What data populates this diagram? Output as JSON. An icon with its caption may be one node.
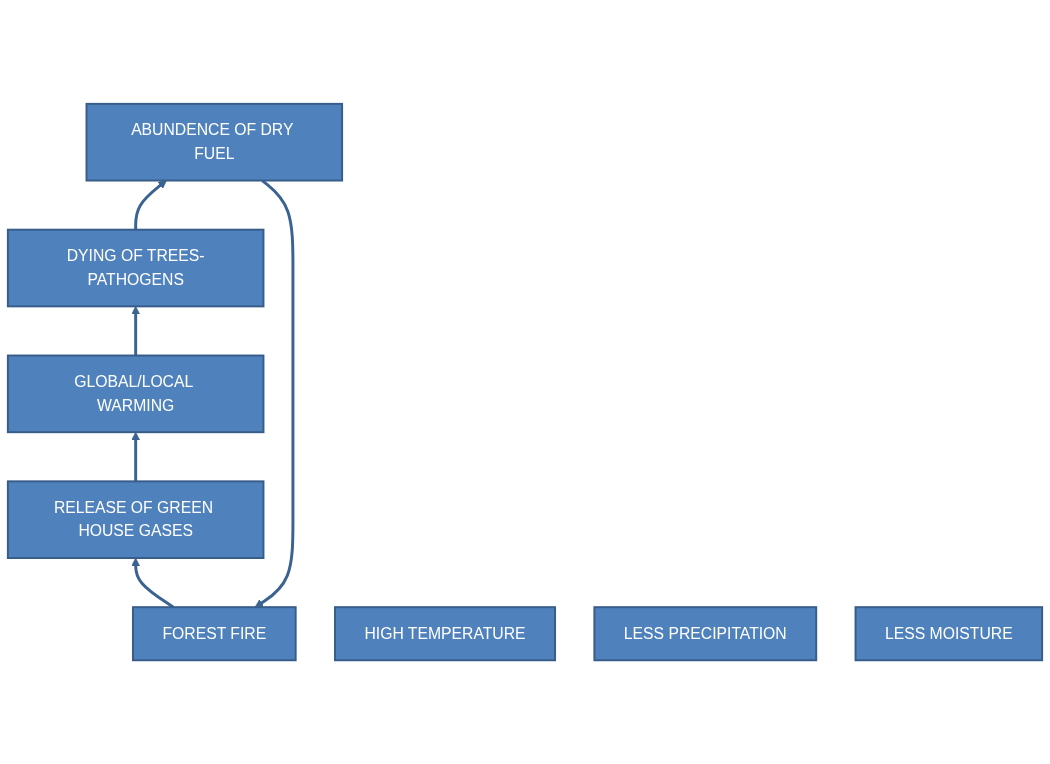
{
  "diagram": {
    "nodes": [
      {
        "text": [
          "FOREST FIRE"
        ]
      },
      {
        "text": [
          "ABUNDENCE OF DRY FUEL"
        ]
      },
      {
        "text": [
          "HIGH TEMPERATURE"
        ]
      },
      {
        "text": [
          "DYING OF TREES-PATHOGENS"
        ]
      },
      {
        "text": [
          "LESS PRECIPITATION"
        ]
      },
      {
        "text": [
          "LESS MOISTURE"
        ]
      },
      {
        "text": [
          "GLOBAL/LOCAL WARMING"
        ]
      },
      {
        "text": [
          "RELEASE OF GREEN HOUSE GASES"
        ]
      }
    ],
    "edges": [
      {
        "from": 7,
        "to": 6,
        "arrow": "to"
      },
      {
        "from": 6,
        "to": 3,
        "arrow": "to"
      },
      {
        "from": 3,
        "to": 1,
        "arrow": "to"
      },
      {
        "from": 1,
        "to": 0,
        "arrow": "to"
      },
      {
        "from": 0,
        "to": 7,
        "arrow": "to"
      }
    ]
  }
}
